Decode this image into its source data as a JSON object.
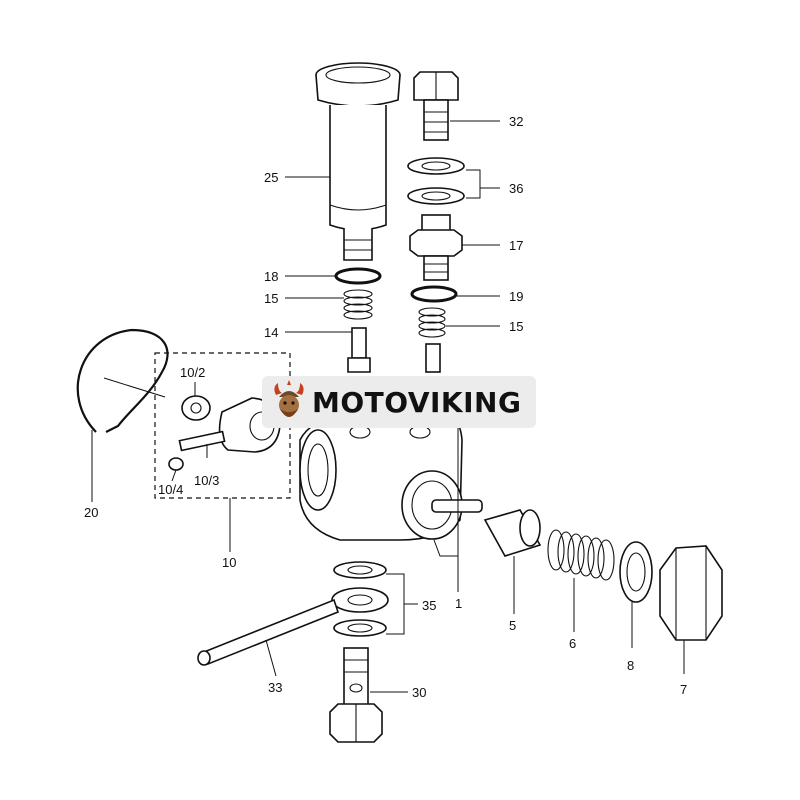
{
  "brand": {
    "name": "MOTOVIKING",
    "logo_icon": "viking-mascot-icon"
  },
  "labels": {
    "p32": "32",
    "p36": "36",
    "p17": "17",
    "p19": "19",
    "p15r": "15",
    "p25": "25",
    "p18": "18",
    "p15l": "15",
    "p14": "14",
    "p10_2": "10/2",
    "p10_3": "10/3",
    "p10_4": "10/4",
    "p10": "10",
    "p20": "20",
    "p1": "1",
    "p5": "5",
    "p6": "6",
    "p8": "8",
    "p7": "7",
    "p35": "35",
    "p33": "33",
    "p30": "30"
  }
}
